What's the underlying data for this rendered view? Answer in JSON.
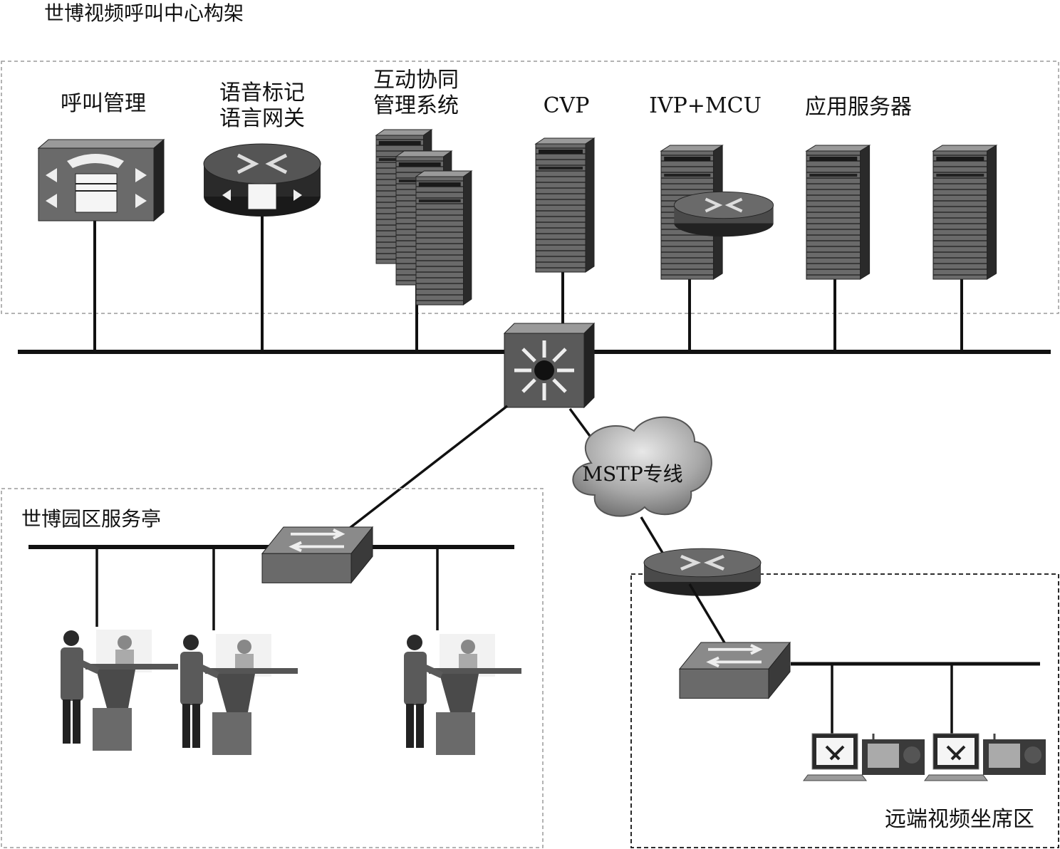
{
  "title": "世博视频呼叫中心构架",
  "datacenter": {
    "devices": [
      {
        "lines": [
          "呼叫管理"
        ]
      },
      {
        "lines": [
          "语音标记",
          "语言网关"
        ]
      },
      {
        "lines": [
          "互动协同",
          "管理系统"
        ]
      },
      {
        "lines": [
          "CVP"
        ]
      },
      {
        "lines": [
          "IVP+MCU"
        ]
      },
      {
        "lines": [
          "应用服务器"
        ]
      }
    ]
  },
  "cloud_label": "MSTP专线",
  "expo_zone": {
    "label": "世博园区服务亭"
  },
  "remote_zone": {
    "label": "远端视频坐席区"
  },
  "colors": {
    "line": "#111111",
    "device_dark": "#3a3a3a",
    "device_mid": "#6b6b6b",
    "dash_box": "#9a9a9a"
  }
}
